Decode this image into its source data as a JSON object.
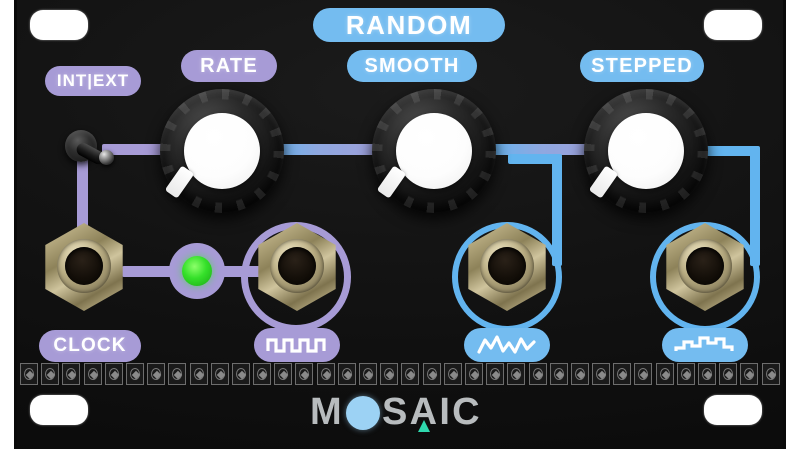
{
  "module": {
    "title": "RANDOM",
    "brand": "MOSAIC",
    "brand_letters": {
      "m": "M",
      "o": "O",
      "s": "S",
      "a": "A",
      "i": "I",
      "c": "C"
    }
  },
  "labels": {
    "int_ext": "INT|EXT",
    "rate": "RATE",
    "smooth": "SMOOTH",
    "stepped": "STEPPED",
    "clock": "CLOCK"
  },
  "controls": {
    "toggle": {
      "name": "int-ext-toggle",
      "position": "down"
    },
    "knobs": [
      {
        "name": "rate-knob",
        "label": "RATE",
        "pointer_angle_deg": 215
      },
      {
        "name": "smooth-knob",
        "label": "SMOOTH",
        "pointer_angle_deg": 215
      },
      {
        "name": "stepped-knob",
        "label": "STEPPED",
        "pointer_angle_deg": 215
      }
    ]
  },
  "jacks": [
    {
      "name": "clock-input-jack",
      "label": "CLOCK",
      "icon": "text"
    },
    {
      "name": "pulse-output-jack",
      "label": "square-wave",
      "icon": "square-wave-icon"
    },
    {
      "name": "smooth-output-jack",
      "label": "random-wave",
      "icon": "random-wave-icon"
    },
    {
      "name": "stepped-output-jack",
      "label": "stepped-wave",
      "icon": "stepped-wave-icon"
    }
  ],
  "indicators": [
    {
      "name": "clock-led",
      "color": "#35e02a",
      "state": "on"
    }
  ],
  "colors": {
    "panel": "#131313",
    "accent_blue": "#74bcf0",
    "accent_purple": "#a79bd6",
    "trace_blue": "#62b4ef",
    "trace_purple": "#a79bd6",
    "led_green": "#35e02a",
    "brand_grey": "#b8bcbe",
    "brand_teal": "#2fd8ae"
  },
  "hardware": {
    "mounting_slots": 4,
    "pad_count": 36
  }
}
